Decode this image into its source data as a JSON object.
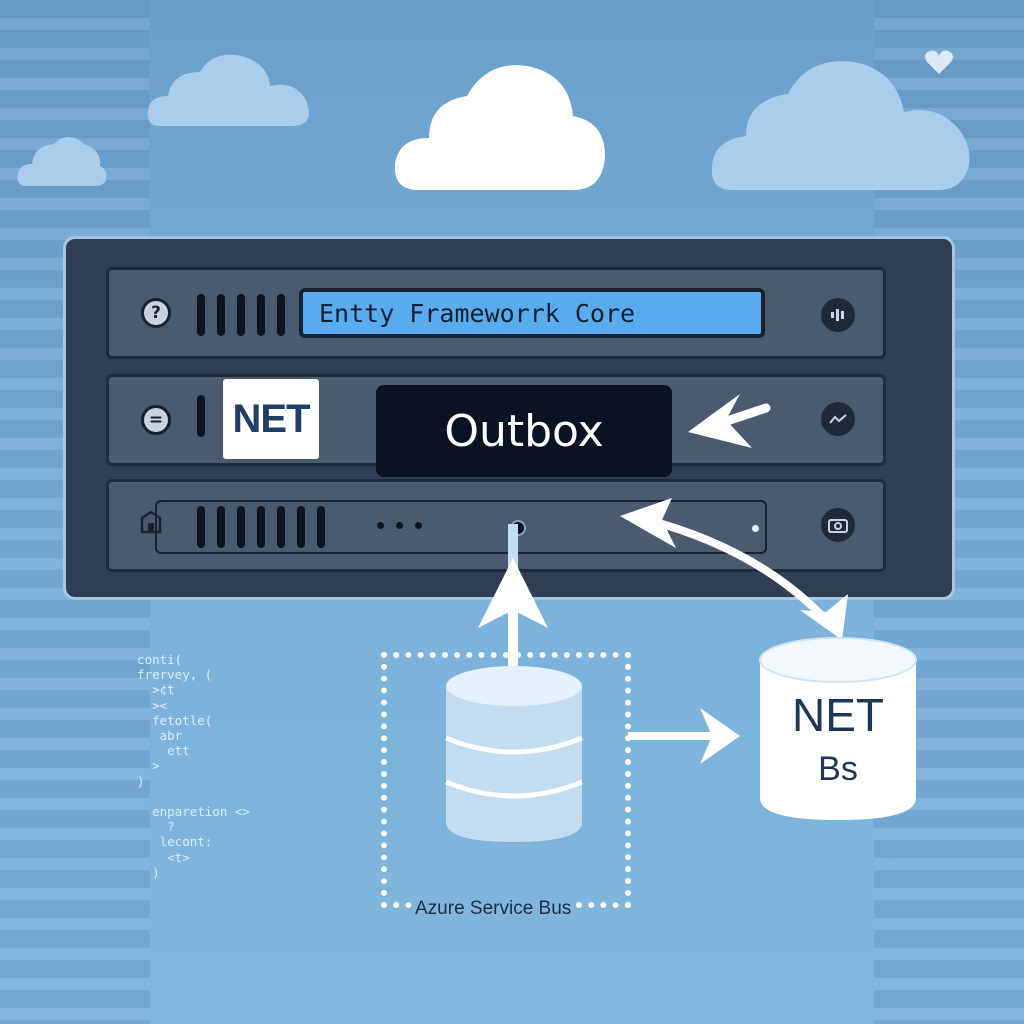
{
  "server": {
    "unit1": {
      "help_icon_glyph": "?",
      "display_text": "Entty Frameworrk Core",
      "right_icon": "audio-icon"
    },
    "unit2": {
      "menu_icon_glyph": "=",
      "net_badge": "NET",
      "outbox_label": "Outbox",
      "right_icon": "activity-icon"
    },
    "unit3": {
      "left_icon": "building-icon",
      "right_icon": "camera-icon"
    }
  },
  "service_bus": {
    "label": "Azure Service Bus"
  },
  "target_db": {
    "line1": "NET",
    "line2": "Bs"
  },
  "code_snippet": "  conti(\n  frervey, (\n    >¢t\n    ><\n    fetotle(\n     abr\n      ett\n    >\n  )\n\n    enparetion <>\n      ?\n     lecont:\n      <t>\n    )",
  "colors": {
    "background": "#7ab1da",
    "server_frame": "#2f3e53",
    "display": "#58acee",
    "outbox_bg": "#0b1322",
    "arrow": "#ffffff"
  }
}
